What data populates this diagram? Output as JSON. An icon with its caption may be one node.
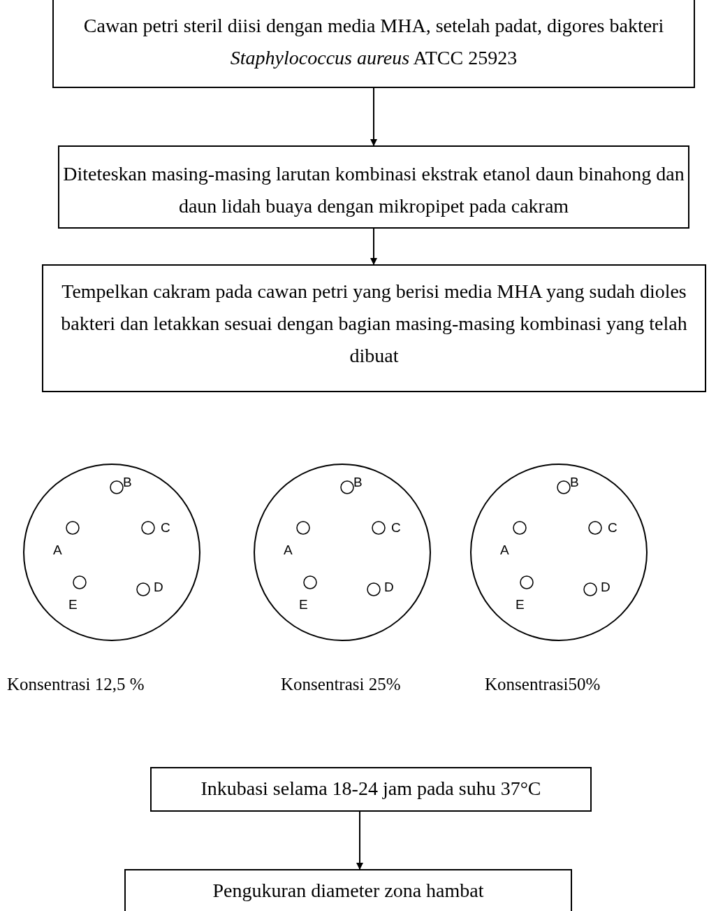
{
  "diagram": {
    "nodes": [
      {
        "text": [
          "Cawan petri steril diisi dengan media MHA, setelah padat, digores bakteri *Staphylococcus aureus* ATCC 25923"
        ]
      },
      {
        "text": [
          "Diteteskan masing-masing larutan kombinasi ekstrak etanol daun binahong dan daun lidah buaya dengan mikropipet pada cakram"
        ]
      },
      {
        "text": [
          "Tempelkan cakram pada cawan petri yang berisi media MHA yang sudah dioles bakteri dan letakkan sesuai dengan bagian  masing-masing kombinasi yang telah dibuat"
        ]
      },
      {
        "text": [
          "B",
          "C",
          "A",
          "D",
          "E"
        ],
        "beside": [
          "Konsentrasi 12,5 %"
        ]
      },
      {
        "text": [
          "B",
          "C",
          "A",
          "D",
          "E"
        ],
        "beside": [
          "Konsentrasi 25%"
        ]
      },
      {
        "text": [
          "B",
          "C",
          "A",
          "D",
          "E"
        ],
        "beside": [
          "Konsentrasi50%"
        ]
      },
      {
        "text": [
          "Inkubasi selama 18-24 jam pada suhu 37°C"
        ]
      },
      {
        "text": [
          "Pengukuran diameter zona hambat"
        ]
      }
    ],
    "edges": [
      {
        "from": 0,
        "to": 1,
        "arrow": "to"
      },
      {
        "from": 1,
        "to": 2,
        "arrow": "to"
      },
      {
        "from": 6,
        "to": 7,
        "arrow": "to"
      }
    ]
  }
}
